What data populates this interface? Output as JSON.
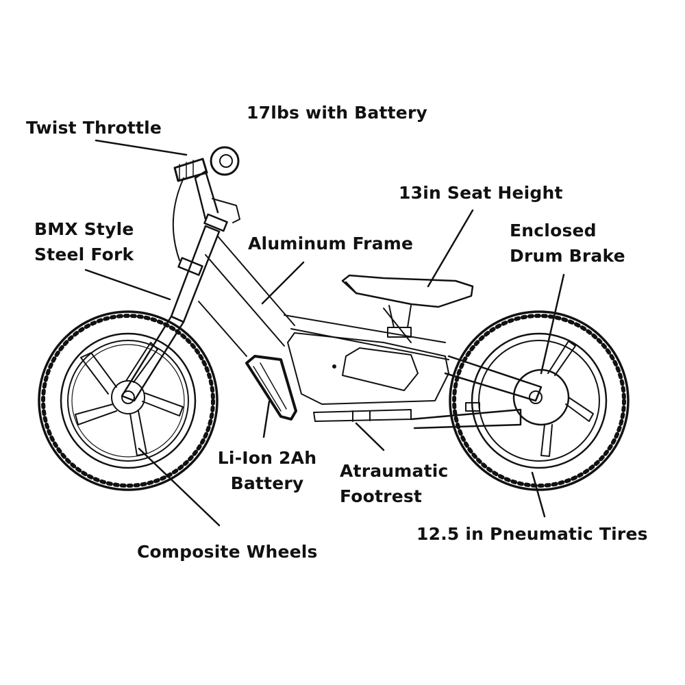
{
  "diagram": {
    "subject": "kids electric balance bike line drawing",
    "colors": {
      "ink": "#111111",
      "background": "#ffffff"
    },
    "labels": {
      "weight": [
        "17lbs with Battery"
      ],
      "throttle": [
        "Twist Throttle"
      ],
      "seat_height": [
        "13in Seat Height"
      ],
      "fork": [
        "BMX Style",
        "Steel Fork"
      ],
      "frame": [
        "Aluminum Frame"
      ],
      "brake": [
        "Enclosed",
        "Drum Brake"
      ],
      "battery": [
        "Li-Ion 2Ah",
        "Battery"
      ],
      "footrest": [
        "Atraumatic",
        "Footrest"
      ],
      "tires": [
        "12.5 in Pneumatic Tires"
      ],
      "wheels": [
        "Composite Wheels"
      ]
    }
  }
}
